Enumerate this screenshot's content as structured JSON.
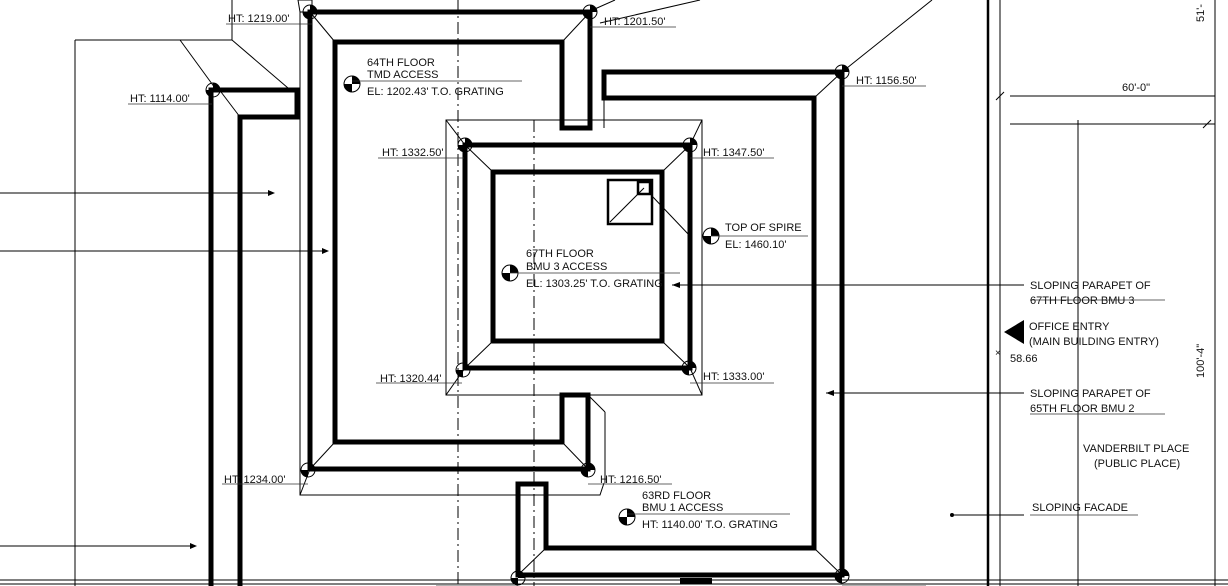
{
  "heights": {
    "ht_1219": "HT: 1219.00'",
    "ht_1201_5": "HT: 1201.50'",
    "ht_1114": "HT: 1114.00'",
    "ht_1156_5": "HT: 1156.50'",
    "ht_1332_5": "HT: 1332.50'",
    "ht_1347_5": "HT: 1347.50'",
    "ht_1320_44": "HT: 1320.44'",
    "ht_1333": "HT: 1333.00'",
    "ht_1234": "HT: 1234.00'",
    "ht_1216_5": "HT: 1216.50'"
  },
  "callouts": {
    "floor64_line1": "64TH FLOOR",
    "floor64_line2": "TMD ACCESS",
    "floor64_el": "EL: 1202.43' T.O. GRATING",
    "floor67_line1": "67TH FLOOR",
    "floor67_line2": "BMU 3 ACCESS",
    "floor67_el": "EL: 1303.25' T.O. GRATING",
    "spire_line1": "TOP OF SPIRE",
    "spire_el": "EL: 1460.10'",
    "floor63_line1": "63RD FLOOR",
    "floor63_line2": "BMU 1 ACCESS",
    "floor63_ht": "HT: 1140.00' T.O. GRATING"
  },
  "notes": {
    "parapet67_l1": "SLOPING PARAPET OF",
    "parapet67_l2": "67TH FLOOR BMU 3",
    "office_l1": "OFFICE ENTRY",
    "office_l2": "(MAIN BUILDING ENTRY)",
    "office_elev": "58.66",
    "parapet65_l1": "SLOPING PARAPET OF",
    "parapet65_l2": "65TH FLOOR BMU 2",
    "vanderbilt_l1": "VANDERBILT PLACE",
    "vanderbilt_l2": "(PUBLIC PLACE)",
    "facade": "SLOPING FACADE"
  },
  "dimensions": {
    "dim_60": "60'-0\"",
    "dim_100": "100'-4\"",
    "dim_51": "51'-"
  }
}
